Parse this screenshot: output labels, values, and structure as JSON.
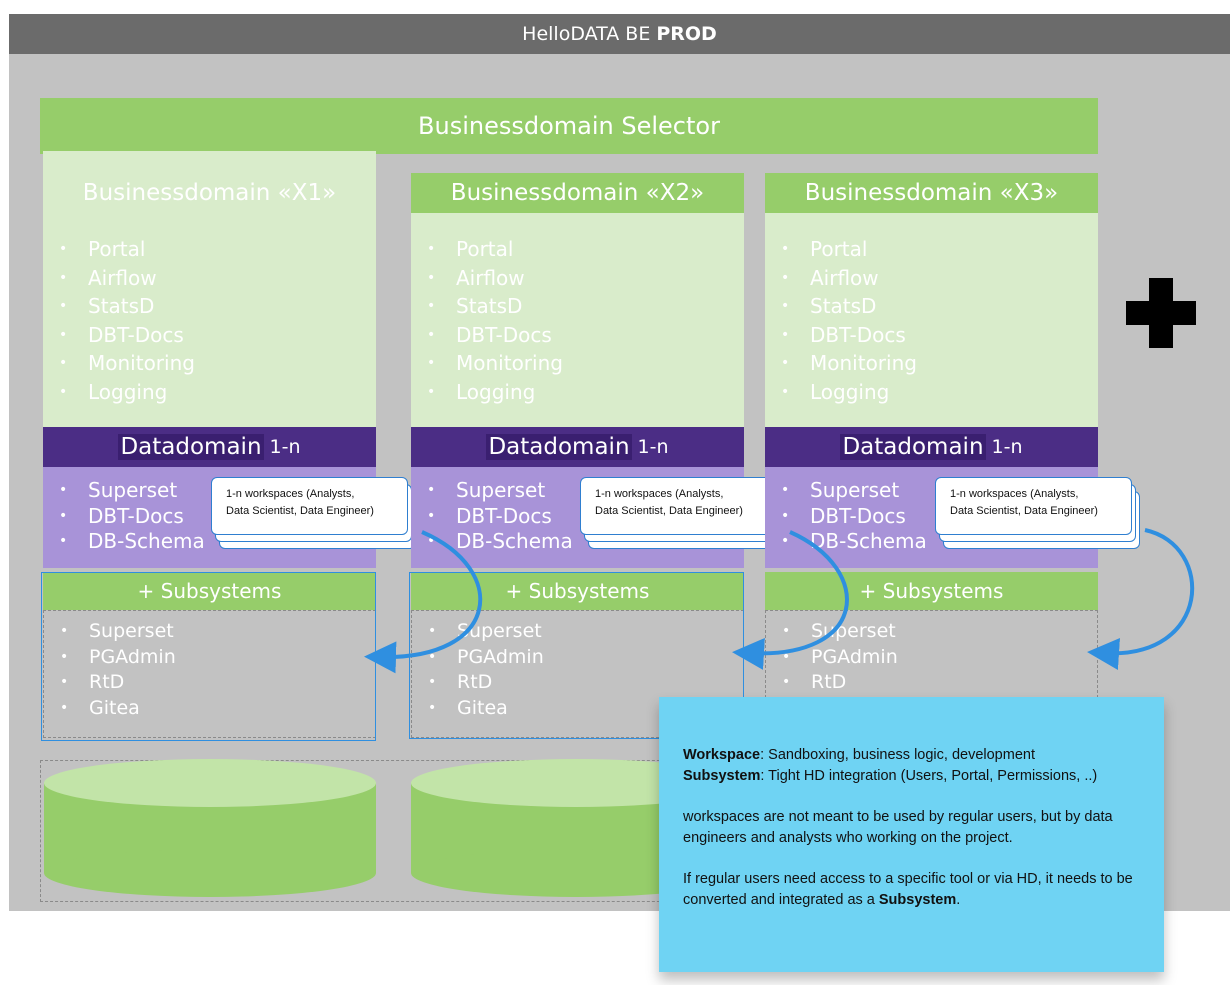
{
  "header": {
    "title_prefix": "HelloDATA BE",
    "title_bold": "PROD"
  },
  "selector_label": "Businessdomain Selector",
  "domains": [
    {
      "title": "Businessdomain «X1»",
      "services": [
        "Portal",
        "Airflow",
        "StatsD",
        "DBT-Docs",
        "Monitoring",
        "Logging"
      ],
      "datadomain_label": "Datadomain",
      "datadomain_count": "1-n",
      "datadomain_items": [
        "Superset",
        "DBT-Docs",
        "DB-Schema"
      ],
      "workspace_text": [
        "1-n workspaces (Analysts,",
        "Data Scientist, Data Engineer)"
      ],
      "subsystems_label": "+ Subsystems",
      "subsystems": [
        "Superset",
        "PGAdmin",
        "RtD",
        "Gitea"
      ]
    },
    {
      "title": "Businessdomain «X2»",
      "services": [
        "Portal",
        "Airflow",
        "StatsD",
        "DBT-Docs",
        "Monitoring",
        "Logging"
      ],
      "datadomain_label": "Datadomain",
      "datadomain_count": "1-n",
      "datadomain_items": [
        "Superset",
        "DBT-Docs",
        "DB-Schema"
      ],
      "workspace_text": [
        "1-n workspaces (Analysts,",
        "Data Scientist, Data Engineer)"
      ],
      "subsystems_label": "+ Subsystems",
      "subsystems": [
        "Superset",
        "PGAdmin",
        "RtD",
        "Gitea"
      ]
    },
    {
      "title": "Businessdomain «X3»",
      "services": [
        "Portal",
        "Airflow",
        "StatsD",
        "DBT-Docs",
        "Monitoring",
        "Logging"
      ],
      "datadomain_label": "Datadomain",
      "datadomain_count": "1-n",
      "datadomain_items": [
        "Superset",
        "DBT-Docs",
        "DB-Schema"
      ],
      "workspace_text": [
        "1-n workspaces (Analysts,",
        "Data Scientist, Data Engineer)"
      ],
      "subsystems_label": "+ Subsystems",
      "subsystems": [
        "Superset",
        "PGAdmin",
        "RtD"
      ]
    }
  ],
  "plus_icon": "plus-icon",
  "note": {
    "workspace_term": "Workspace",
    "workspace_def": ": Sandboxing, business logic, development",
    "subsystem_term": "Subsystem",
    "subsystem_def": ": Tight HD integration (Users, Portal, Permissions, ..)",
    "paragraph2": "workspaces are not meant to be used by regular users, but by data engineers and analysts who working on the project.",
    "paragraph3_prefix": "If regular users need access to a specific tool or via HD, it needs to be converted and integrated as a",
    "paragraph3_bold": "Subsystem",
    "paragraph3_suffix": "."
  },
  "colors": {
    "green": "#96cd6a",
    "light_green": "#d9eccb",
    "purple": "#4b2d85",
    "lavender": "#a893d8",
    "arrow_blue": "#2f8fe0",
    "note_blue": "#6fd3f3"
  }
}
